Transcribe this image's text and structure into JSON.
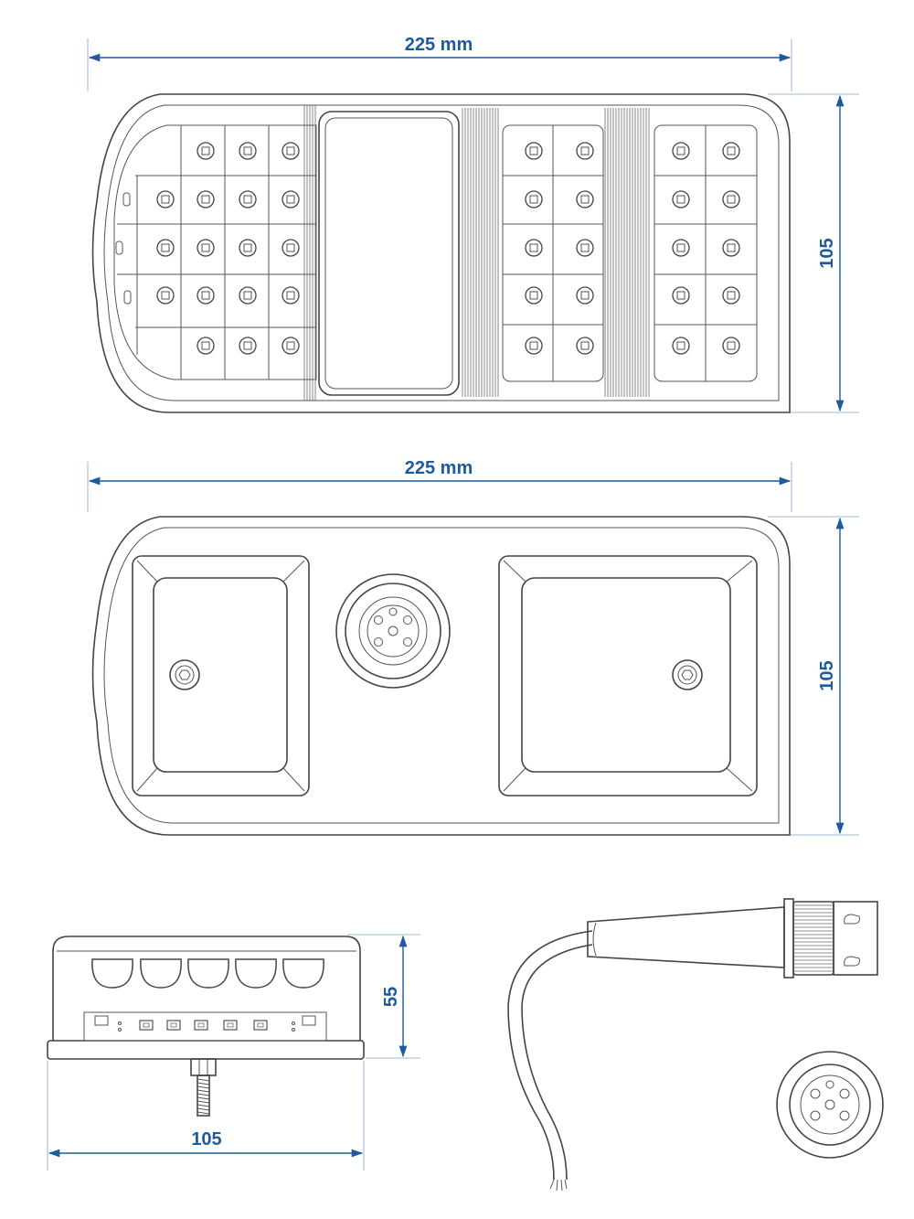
{
  "dimensions": {
    "front_width": "225 mm",
    "front_height": "105",
    "back_width": "225 mm",
    "back_height": "105",
    "side_height": "55",
    "side_width": "105"
  },
  "colors": {
    "dimension": "#1e5a9c",
    "line": "#444444"
  },
  "icons": [
    "led-lamp-icon",
    "connector-socket-icon",
    "mounting-nut-icon",
    "cable-plug-icon"
  ]
}
